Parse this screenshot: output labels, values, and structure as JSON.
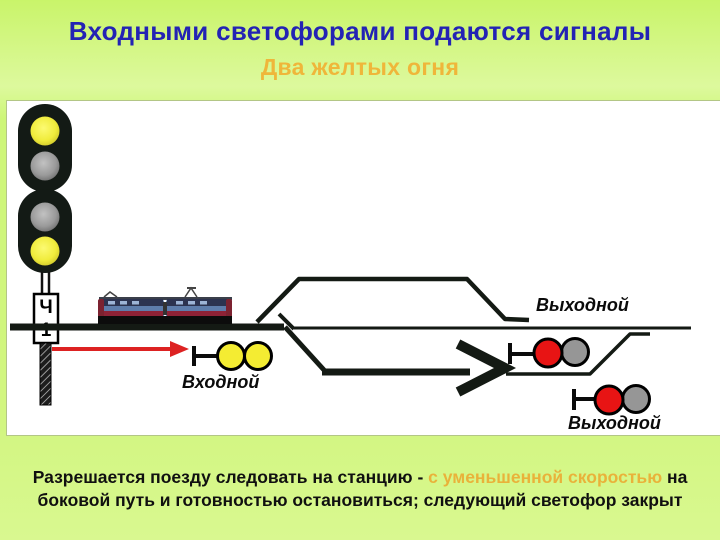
{
  "header": {
    "title": "Входными светофорами подаются сигналы",
    "subtitle": "Два желтых огня"
  },
  "diagram": {
    "mast_sign": {
      "letter": "Ч",
      "track_number": "1"
    },
    "mast_lights": [
      "yellow",
      "gray",
      "gray",
      "yellow"
    ],
    "labels": {
      "entry_signal": "Входной",
      "exit_signal_main": "Выходной",
      "exit_signal_side": "Выходной"
    },
    "entry_signal_lights": [
      "yellow",
      "yellow"
    ],
    "exit_signal_main_lights": [
      "red",
      "gray"
    ],
    "exit_signal_side_lights": [
      "red",
      "gray"
    ]
  },
  "caption": {
    "line1_start": "Разрешается поезду следовать на станцию - ",
    "line1_highlight": "с уменьшенной скоростью",
    "line1_end": " на",
    "line2": "боковой путь и готовностью остановиться; следующий светофор закрыт"
  },
  "colors": {
    "title": "#2323b4",
    "subtitle": "#efb63a",
    "caption_highlight": "#e9b23a",
    "background_green": "#cdf678",
    "panel": "#ffffff",
    "track": "#141a14",
    "signal_red": "#e81414",
    "signal_yellow": "#f4ec32",
    "signal_gray": "#969696",
    "red_arrow": "#dd2222"
  }
}
